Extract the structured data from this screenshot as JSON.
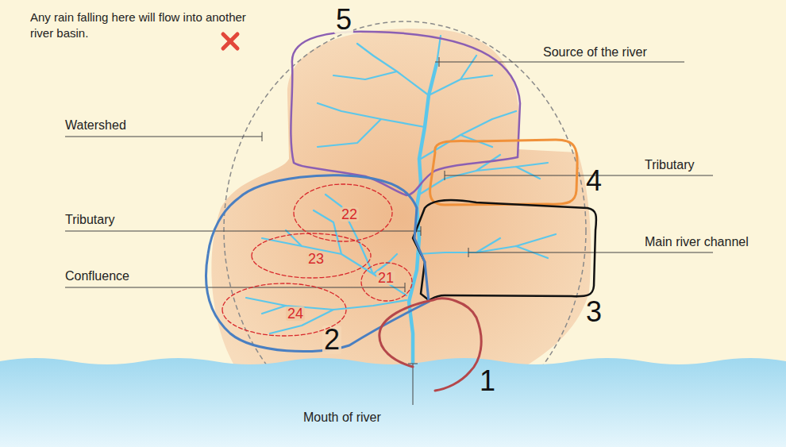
{
  "diagram": {
    "nodes": [
      {
        "text": [
          "5"
        ]
      },
      {
        "text": [
          "4"
        ]
      },
      {
        "text": [
          "3"
        ]
      },
      {
        "text": [
          "2"
        ]
      },
      {
        "text": [
          "22"
        ],
        "in": 3
      },
      {
        "text": [
          "23"
        ],
        "in": 3
      },
      {
        "text": [
          "21"
        ],
        "in": 3
      },
      {
        "text": [
          "24"
        ],
        "in": 3
      },
      {
        "text": [
          "1"
        ]
      }
    ],
    "labels": [
      "Any rain falling here will flow into another river basin.",
      "Source of the river",
      "Watershed",
      "Tributary",
      "Tributary",
      "Main river channel",
      "Confluence",
      "Mouth of river"
    ]
  }
}
